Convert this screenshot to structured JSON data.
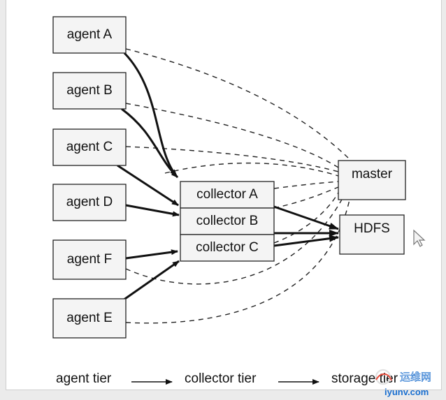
{
  "agents": [
    {
      "id": "a",
      "label": "agent A"
    },
    {
      "id": "b",
      "label": "agent B"
    },
    {
      "id": "c",
      "label": "agent C"
    },
    {
      "id": "d",
      "label": "agent D"
    },
    {
      "id": "f",
      "label": "agent F"
    },
    {
      "id": "e",
      "label": "agent E"
    }
  ],
  "collectors": [
    {
      "id": "ca",
      "label": "collector A"
    },
    {
      "id": "cb",
      "label": "collector B"
    },
    {
      "id": "cc",
      "label": "collector C"
    }
  ],
  "master_label": "master",
  "hdfs_label": "HDFS",
  "tiers": [
    "agent tier",
    "collector tier",
    "storage tier"
  ],
  "watermark": {
    "name": "运维网",
    "url": "iyunv.com"
  },
  "colors": {
    "line": "#111111",
    "box_fill": "#f4f4f4",
    "watermark": "#1a6fd0"
  }
}
